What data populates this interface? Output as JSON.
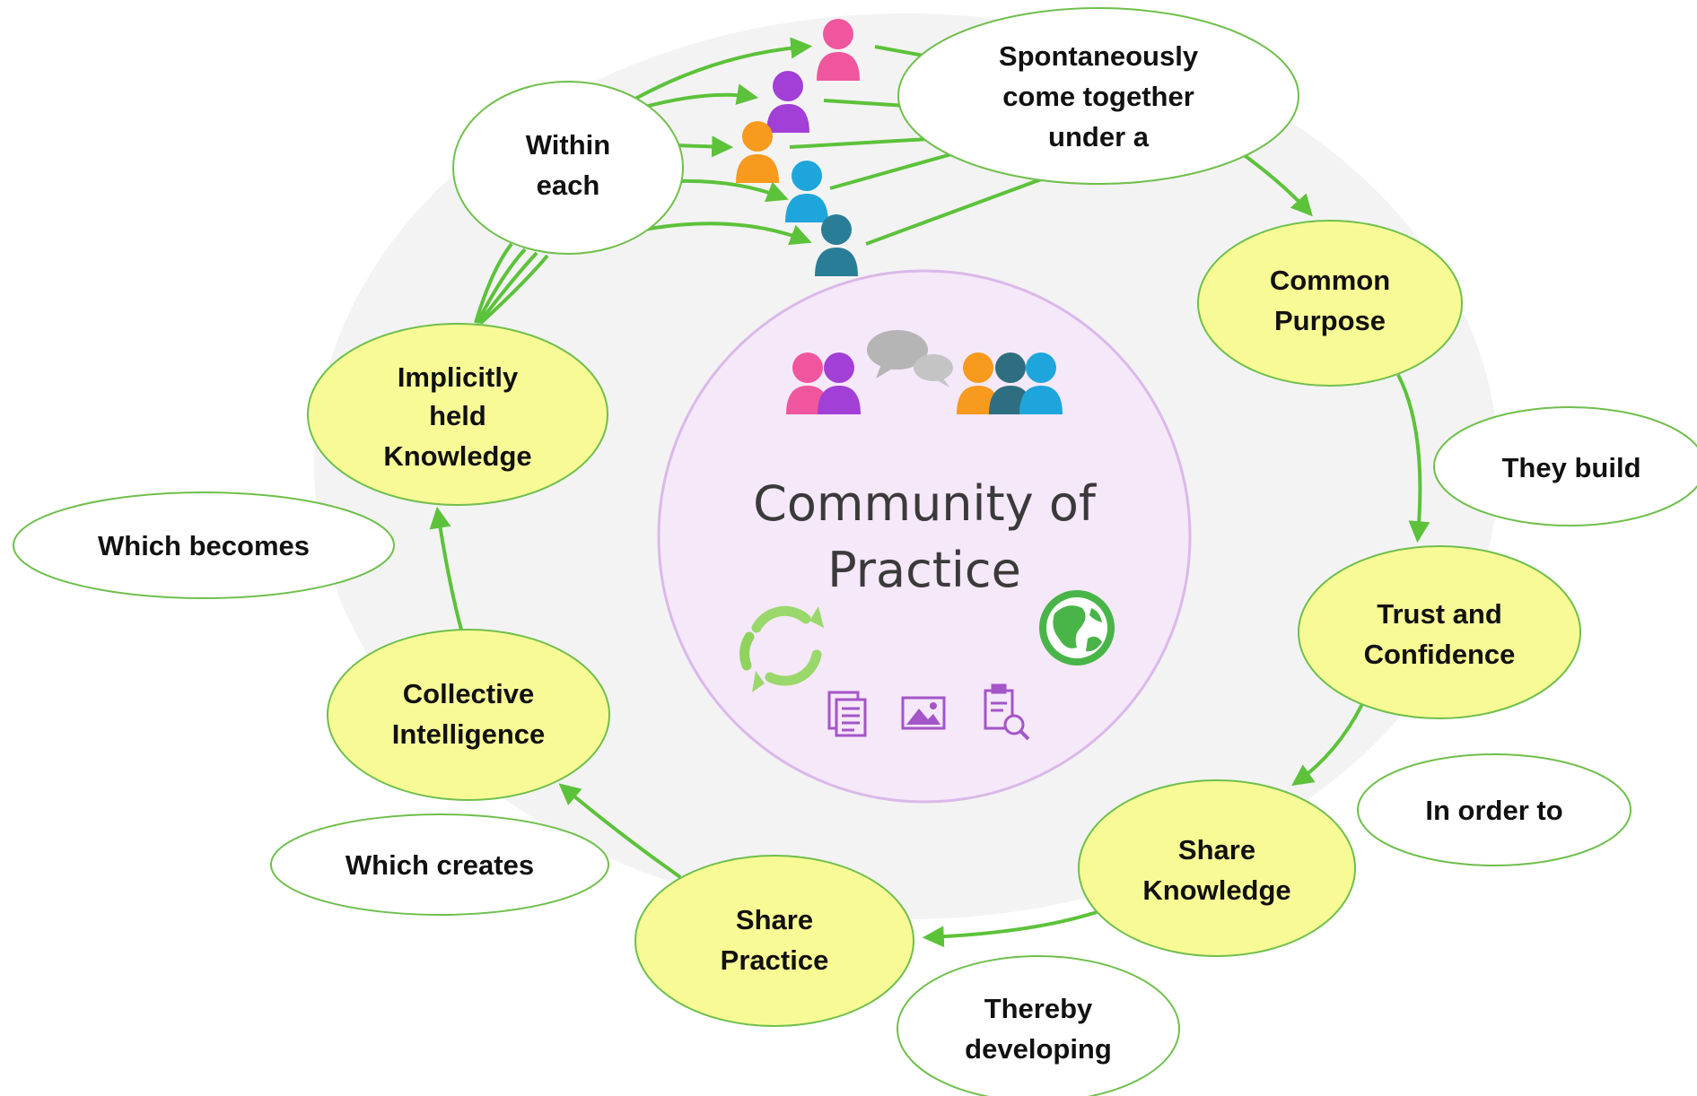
{
  "center": {
    "title_lines": [
      "Community of",
      "Practice"
    ]
  },
  "nodes": {
    "within": {
      "lines": [
        "Within",
        "each"
      ],
      "style": "label"
    },
    "spontaneously": {
      "lines": [
        "Spontaneously",
        "come together",
        "under a"
      ],
      "style": "label"
    },
    "common_purpose": {
      "lines": [
        "Common",
        "Purpose"
      ],
      "style": "concept"
    },
    "they_build": {
      "lines": [
        "They build"
      ],
      "style": "label"
    },
    "trust": {
      "lines": [
        "Trust and",
        "Confidence"
      ],
      "style": "concept"
    },
    "in_order_to": {
      "lines": [
        "In order to"
      ],
      "style": "label"
    },
    "share_knowledge": {
      "lines": [
        "Share",
        "Knowledge"
      ],
      "style": "concept"
    },
    "thereby": {
      "lines": [
        "Thereby",
        "developing"
      ],
      "style": "label"
    },
    "share_practice": {
      "lines": [
        "Share",
        "Practice"
      ],
      "style": "concept"
    },
    "which_creates": {
      "lines": [
        "Which creates"
      ],
      "style": "label"
    },
    "collective": {
      "lines": [
        "Collective",
        "Intelligence"
      ],
      "style": "concept"
    },
    "which_becomes": {
      "lines": [
        "Which becomes"
      ],
      "style": "label"
    },
    "implicit": {
      "lines": [
        "Implicitly",
        "held",
        "Knowledge"
      ],
      "style": "concept"
    }
  },
  "colors": {
    "arrow_green": "#5cc23a",
    "concept_fill": "#f8fb95",
    "node_border": "#6fbf4c",
    "center_fill": "#f5e8f9",
    "center_border": "#dbb8ea",
    "background_blob": "#f3f3f3",
    "person_pink": "#f0569e",
    "person_purple": "#a13fd6",
    "person_orange": "#f79a1e",
    "person_cyan": "#1ea6dc",
    "person_teal": "#2a7d97",
    "icon_purple": "#a455c8",
    "icon_green": "#49b548",
    "bubble_gray": "#b5b5b5"
  },
  "icons": {
    "people": [
      "person-pink-icon",
      "person-purple-icon",
      "person-orange-icon",
      "person-cyan-icon",
      "person-teal-icon"
    ],
    "center": [
      "people-pair-icon",
      "chat-bubbles-icon",
      "people-group-icon",
      "recycle-arrows-icon",
      "globe-icon",
      "document-icon",
      "image-icon",
      "clipboard-search-icon"
    ]
  }
}
